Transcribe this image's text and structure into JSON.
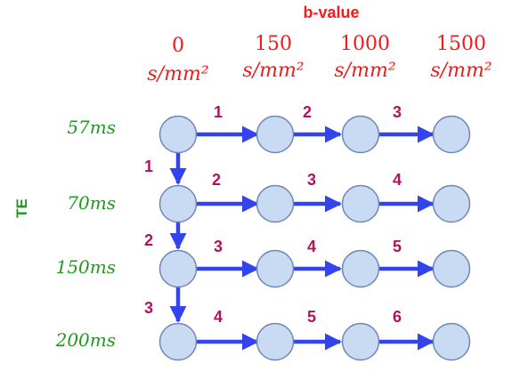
{
  "colors": {
    "header": "#ee1c1c",
    "te": "#1f9a1f",
    "step": "#b0135e",
    "arrow": "#3344ee",
    "node_fill": "#c9daf3",
    "node_stroke": "#6f87b4"
  },
  "header": {
    "title": "b-value",
    "columns": [
      {
        "value": "0",
        "unit": "s/mm²"
      },
      {
        "value": "150",
        "unit": "s/mm²"
      },
      {
        "value": "1000",
        "unit": "s/mm²"
      },
      {
        "value": "1500",
        "unit": "s/mm²"
      }
    ]
  },
  "te": {
    "title": "TE",
    "rows": [
      "57ms",
      "70ms",
      "150ms",
      "200ms"
    ]
  },
  "steps": {
    "horizontal": [
      [
        "1",
        "2",
        "3"
      ],
      [
        "2",
        "3",
        "4"
      ],
      [
        "3",
        "4",
        "5"
      ],
      [
        "4",
        "5",
        "6"
      ]
    ],
    "vertical": [
      "1",
      "2",
      "3"
    ]
  }
}
